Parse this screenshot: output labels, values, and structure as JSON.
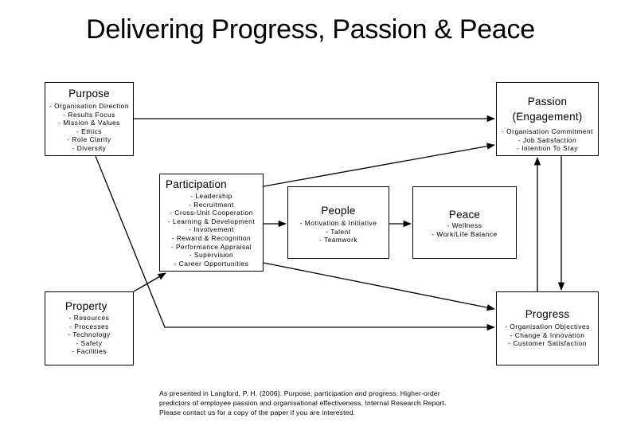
{
  "title": "Delivering Progress, Passion & Peace",
  "boxes": {
    "purpose": {
      "heading": "Purpose",
      "items": [
        "- Organisation Direction",
        "- Results Focus",
        "- Mission & Values",
        "- Ethics",
        "- Role Clarity",
        "- Diversity"
      ]
    },
    "passion": {
      "heading_line1": "Passion",
      "heading_line2": "(Engagement)",
      "items": [
        "- Organisation Commitment",
        "- Job Satisfaction",
        "- Intention To Stay"
      ]
    },
    "participation": {
      "heading": "Participation",
      "items": [
        "- Leadership",
        "- Recruitment",
        "- Cross-Unit Cooperation",
        "- Learning & Development",
        "- Involvement",
        "- Reward & Recognition",
        "- Performance Appraisal",
        "- Supervision",
        "- Career Opportunities"
      ]
    },
    "people": {
      "heading": "People",
      "items": [
        "- Motivation & Initiative",
        "- Talent",
        "- Teamwork"
      ]
    },
    "peace": {
      "heading": "Peace",
      "items": [
        "- Wellness",
        "- Work/Life Balance"
      ]
    },
    "property": {
      "heading": "Property",
      "items": [
        "- Resources",
        "- Processes",
        "- Technology",
        "- Safety",
        "- Facilities"
      ]
    },
    "progress": {
      "heading": "Progress",
      "items": [
        "- Organisation Objectives",
        "- Change & Innovation",
        "- Customer Satisfaction"
      ]
    }
  },
  "citation": {
    "line1": "As presented in Langford, P. H. (2006). Purpose, participation and progress: Higher-order",
    "line2": "predictors of employee passion and organisational effectiveness. Internal Research Report.",
    "line3": "Please contact us for a copy of the paper if you are interested."
  }
}
